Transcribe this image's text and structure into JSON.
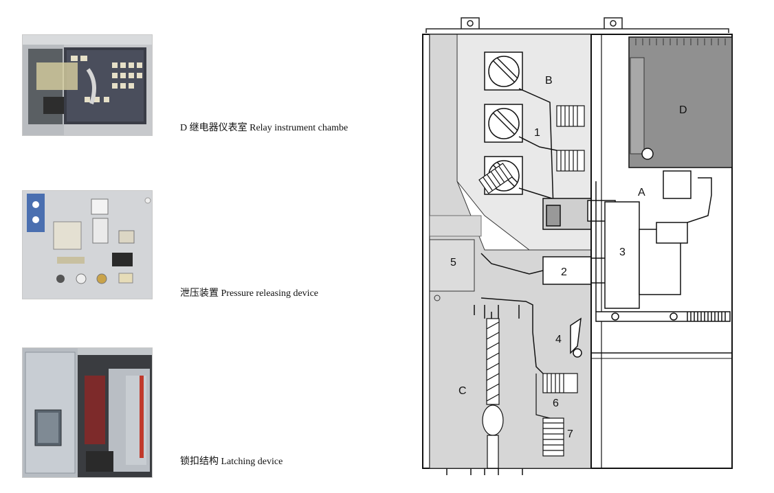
{
  "captions": {
    "relay": "D 继电器仪表室 Relay instrument chambe",
    "pressure": "泄压装置 Pressure releasing device",
    "latching": "锁扣结构 Latching device"
  },
  "diagram": {
    "labels": {
      "B": "B",
      "D": "D",
      "A": "A",
      "C": "C",
      "n1": "1",
      "n2": "2",
      "n3": "3",
      "n4": "4",
      "n5": "5",
      "n6": "6",
      "n7": "7"
    }
  }
}
